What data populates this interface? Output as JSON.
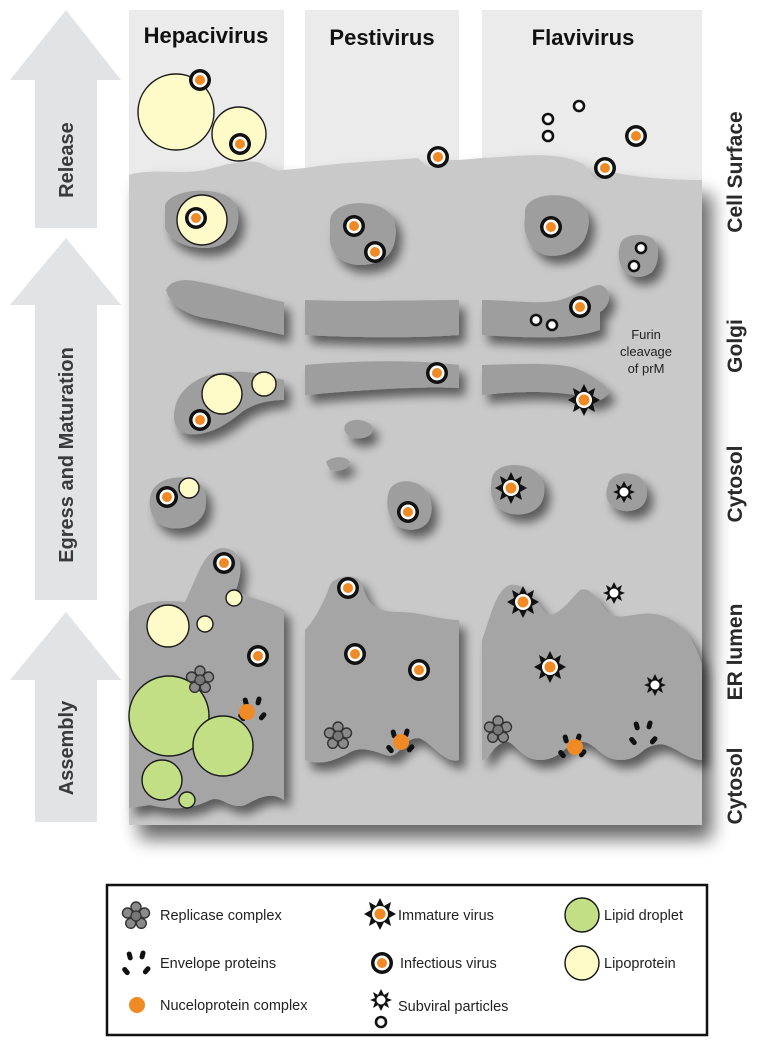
{
  "columns": {
    "hepacivirus": "Hepacivirus",
    "pestivirus": "Pestivirus",
    "flavivirus": "Flavivirus"
  },
  "stages": {
    "release": "Release",
    "egress": "Egress and Maturation",
    "assembly": "Assembly"
  },
  "compartments": {
    "cell_surface": "Cell Surface",
    "golgi": "Golgi",
    "cytosol_upper": "Cytosol",
    "er_lumen": "ER lumen",
    "cytosol_lower": "Cytosol"
  },
  "annotation": {
    "line1": "Furin",
    "line2": "cleavage",
    "line3": "of prM"
  },
  "legend": {
    "replicase": "Replicase complex",
    "envelope": "Envelope proteins",
    "nucleoprotein": "Nuceloprotein complex",
    "immature": "Immature virus",
    "infectious": "Infectious virus",
    "subviral": "Subviral particles",
    "lipid_droplet": "Lipid droplet",
    "lipoprotein": "Lipoprotein"
  },
  "colors": {
    "orange": "#F08A24",
    "lipid_green": "#C3DF86",
    "lipoprotein_yellow": "#FFFBC9",
    "cytosol_gray": "#C8C8C8",
    "organelle_gray": "#9A9A9A",
    "arrow_gray": "#E2E3E5"
  }
}
